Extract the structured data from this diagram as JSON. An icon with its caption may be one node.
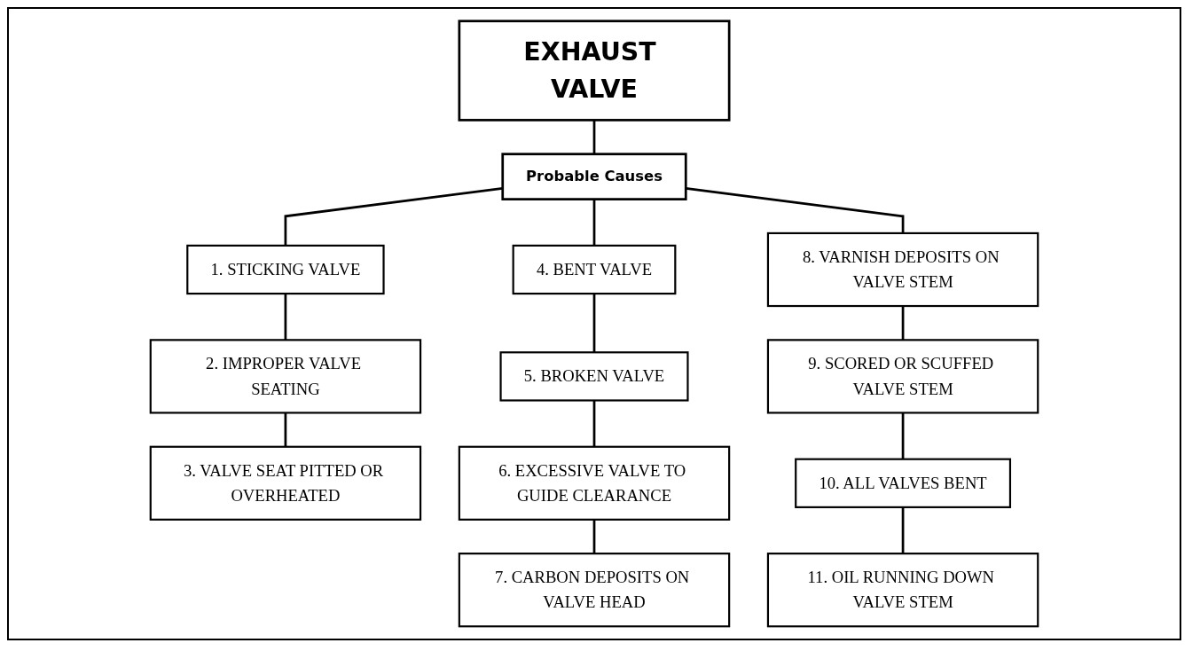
{
  "diagram": {
    "nodes": [
      {
        "text": [
          "EXHAUST VALVE"
        ]
      },
      {
        "text": [
          "Probable Causes"
        ]
      },
      {
        "text": [
          "1. STICKING VALVE"
        ]
      },
      {
        "text": [
          "2. IMPROPER VALVE SEATING"
        ]
      },
      {
        "text": [
          "3. VALVE SEAT PITTED OR OVERHEATED"
        ]
      },
      {
        "text": [
          "4. BENT VALVE"
        ]
      },
      {
        "text": [
          "5. BROKEN VALVE"
        ]
      },
      {
        "text": [
          "6. EXCESSIVE VALVE TO GUIDE CLEARANCE"
        ]
      },
      {
        "text": [
          "7. CARBON DEPOSITS ON VALVE HEAD"
        ]
      },
      {
        "text": [
          "8. VARNISH DEPOSITS ON VALVE STEM"
        ]
      },
      {
        "text": [
          "9. SCORED OR SCUFFED VALVE STEM"
        ]
      },
      {
        "text": [
          "10. ALL VALVES BENT"
        ]
      },
      {
        "text": [
          "11. OIL RUNNING DOWN VALVE STEM"
        ]
      }
    ],
    "edges": [
      {
        "from": 0,
        "to": 1,
        "arrow": "none"
      },
      {
        "from": 1,
        "to": 2,
        "arrow": "none"
      },
      {
        "from": 1,
        "to": 5,
        "arrow": "none"
      },
      {
        "from": 1,
        "to": 9,
        "arrow": "none"
      },
      {
        "from": 2,
        "to": 3,
        "arrow": "none"
      },
      {
        "from": 3,
        "to": 4,
        "arrow": "none"
      },
      {
        "from": 5,
        "to": 6,
        "arrow": "none"
      },
      {
        "from": 6,
        "to": 7,
        "arrow": "none"
      },
      {
        "from": 7,
        "to": 8,
        "arrow": "none"
      },
      {
        "from": 9,
        "to": 10,
        "arrow": "none"
      },
      {
        "from": 10,
        "to": 11,
        "arrow": "none"
      },
      {
        "from": 11,
        "to": 12,
        "arrow": "none"
      }
    ]
  }
}
